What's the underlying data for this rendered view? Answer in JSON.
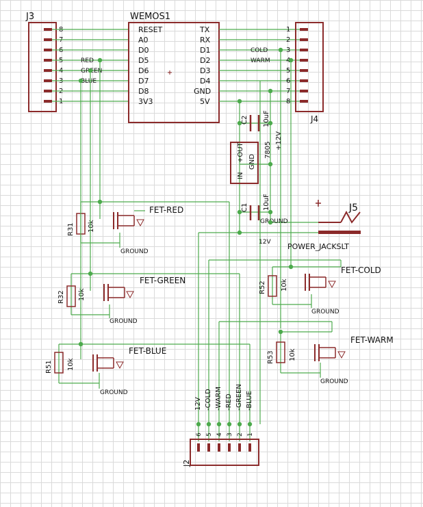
{
  "wemos": {
    "name": "WEMOS1",
    "left_pins": [
      "RESET",
      "A0",
      "D0",
      "D5",
      "D6",
      "D7",
      "D8",
      "3V3"
    ],
    "right_pins": [
      "TX",
      "RX",
      "D1",
      "D2",
      "D3",
      "D4",
      "GND",
      "5V"
    ]
  },
  "j3": {
    "name": "J3",
    "pins": [
      "8",
      "7",
      "6",
      "5",
      "4",
      "3",
      "2",
      "1"
    ]
  },
  "j4": {
    "name": "J4",
    "pins": [
      "1",
      "2",
      "3",
      "4",
      "5",
      "6",
      "7",
      "8"
    ]
  },
  "nets": {
    "red": "RED",
    "green": "GREEN",
    "blue": "BLUE",
    "cold": "COLD",
    "warm": "WARM",
    "v12": "12V"
  },
  "caps": {
    "c2": "C2",
    "c2_val": "10uF",
    "c1": "C1",
    "c1_val": "10uF"
  },
  "regulator": {
    "name": "7805",
    "label": "+12V",
    "pins": [
      "IN",
      "GND",
      "+OUT"
    ]
  },
  "jack": {
    "name": "J5",
    "label": "POWER_JACKSLT"
  },
  "ground": "GROUND",
  "fets": [
    "FET-RED",
    "FET-GREEN",
    "FET-BLUE",
    "FET-COLD",
    "FET-WARM"
  ],
  "resistors": [
    {
      "name": "R31",
      "value": "10k"
    },
    {
      "name": "R32",
      "value": "10k"
    },
    {
      "name": "R51",
      "value": "10k"
    },
    {
      "name": "R52",
      "value": "10k"
    },
    {
      "name": "R53",
      "value": "10k"
    }
  ],
  "j2": {
    "name": "J2",
    "pins": [
      "6",
      "5",
      "4",
      "3",
      "2",
      "1"
    ],
    "signals": [
      "12V",
      "-COLD",
      "-WARM",
      "-RED",
      "-GREEN",
      "-BLUE"
    ]
  },
  "colors": {
    "component": "#8b2a2a",
    "wire": "#4caa4c",
    "grid": "#dadada"
  }
}
